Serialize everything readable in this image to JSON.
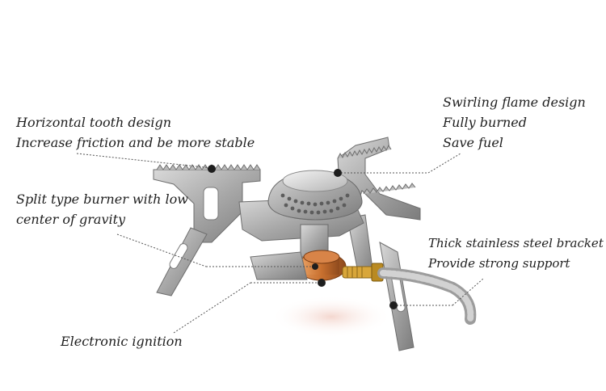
{
  "callouts": {
    "tooth": [
      "Horizontal tooth design",
      "Increase friction and be more stable"
    ],
    "burner": [
      "Split type burner with low",
      "center of gravity"
    ],
    "ignition": [
      "Electronic ignition"
    ],
    "flame": [
      "Swirling flame design",
      "Fully burned",
      "Save fuel"
    ],
    "bracket": [
      "Thick stainless steel bracket",
      "Provide strong support"
    ]
  },
  "colors": {
    "steel": "#a9a9a9",
    "steel_dark": "#6e6e6e",
    "copper": "#c8702f",
    "brass": "#d8a63a",
    "leader": "#555555",
    "text": "#1e1e1e"
  },
  "icons": [
    "stove-illustration",
    "callout-dot"
  ]
}
